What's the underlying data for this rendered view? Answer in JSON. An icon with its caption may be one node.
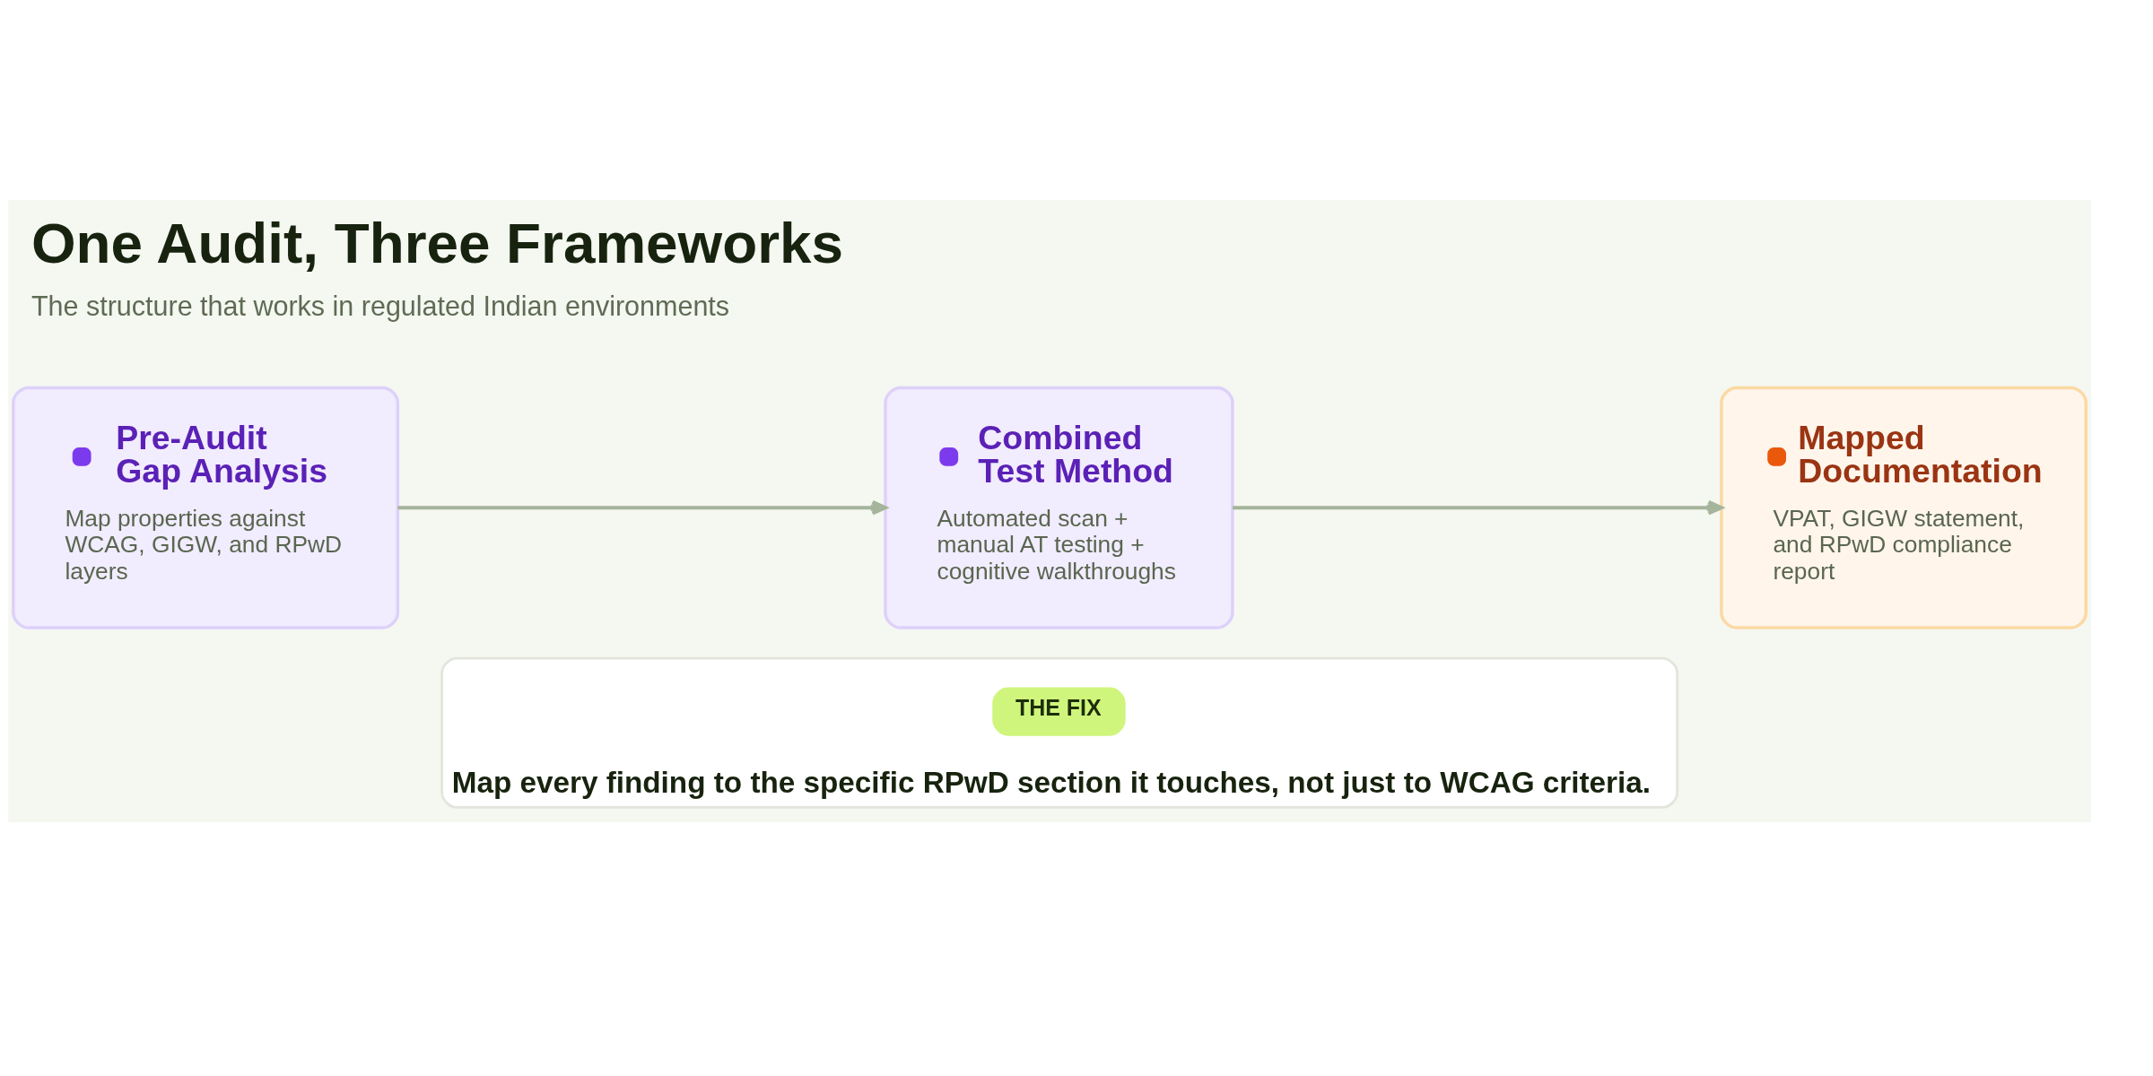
{
  "diagram": {
    "title": "One Audit, Three Frameworks",
    "caption": "The structure that works in regulated Indian environments",
    "nodes": [
      {
        "text": [
          "Pre-Audit Gap Analysis",
          "Map properties against WCAG, GIGW, and RPwD layers"
        ]
      },
      {
        "text": [
          "Combined Test Method",
          "Automated scan + manual AT testing + cognitive walkthroughs"
        ]
      },
      {
        "text": [
          "Mapped Documentation",
          "VPAT, GIGW statement, and RPwD compliance report"
        ]
      },
      {
        "text": [
          "Map every finding to the specific RPwD section it touches, not just to WCAG criteria."
        ]
      },
      {
        "text": [
          "THE FIX"
        ],
        "in": 3
      }
    ],
    "edges": [
      {
        "from": 0,
        "to": 1,
        "arrow": "to"
      },
      {
        "from": 1,
        "to": 2,
        "arrow": "to"
      }
    ]
  }
}
